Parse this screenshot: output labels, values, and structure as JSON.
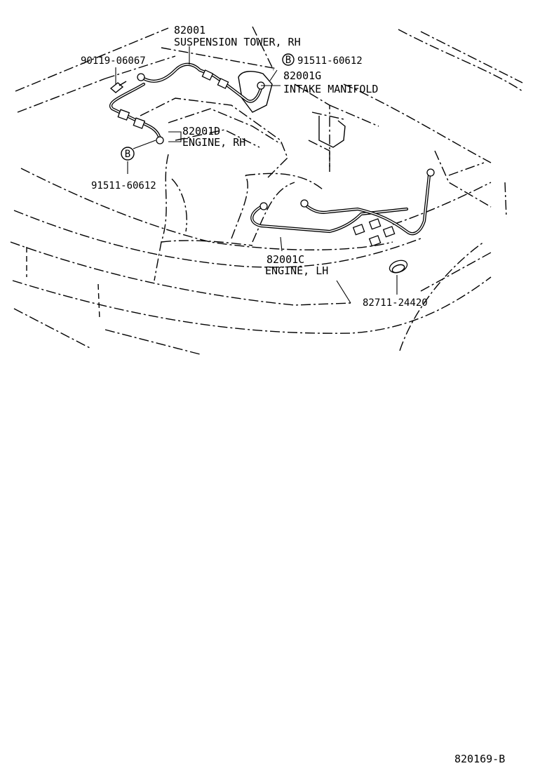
{
  "diagram": {
    "labels": {
      "p82001_num": "82001",
      "p82001_desc": "SUSPENSION TOWER, RH",
      "p90119": "90119-06067",
      "p91511_top": "91511-60612",
      "p82001G_num": "82001G",
      "p82001G_desc": "INTAKE MANIFOLD",
      "p82001D_num": "82001D",
      "p82001D_desc": "ENGINE, RH",
      "p91511_left": "91511-60612",
      "p82001C_num": "82001C",
      "p82001C_desc": "ENGINE, LH",
      "p82711": "82711-24420",
      "marker_b_top": "B",
      "marker_b_left": "B"
    },
    "figure_id": "820169-B"
  }
}
